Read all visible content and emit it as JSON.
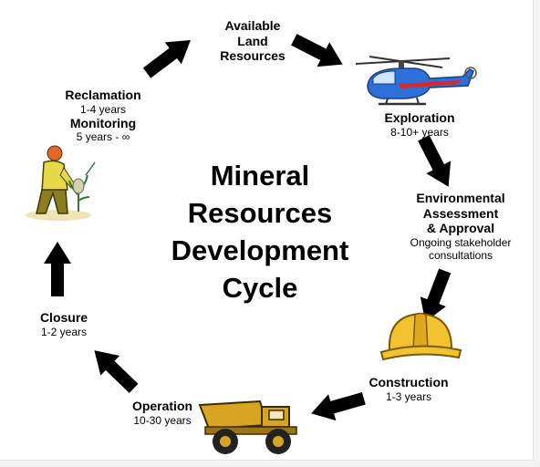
{
  "title": {
    "lines": [
      "Mineral",
      "Resources",
      "Development",
      "Cycle"
    ]
  },
  "stages": {
    "land": {
      "lines": [
        "Available",
        "Land",
        "Resources"
      ]
    },
    "exploration": {
      "title": "Exploration",
      "duration": "8-10+ years"
    },
    "environmental": {
      "title_lines": [
        "Environmental",
        "Assessment",
        "& Approval"
      ],
      "note_lines": [
        "Ongoing stakeholder",
        "consultations"
      ]
    },
    "construction": {
      "title": "Construction",
      "duration": "1-3 years"
    },
    "operation": {
      "title": "Operation",
      "duration": "10-30 years"
    },
    "closure": {
      "title": "Closure",
      "duration": "1-2 years"
    },
    "reclamation": {
      "title": "Reclamation",
      "duration": "1-4 years"
    },
    "monitoring": {
      "title": "Monitoring",
      "duration": "5 years - ∞"
    }
  },
  "icons": [
    "helicopter-icon",
    "hard-hat-icon",
    "mining-truck-icon",
    "farmer-planting-icon"
  ],
  "colors": {
    "arrow": "#000000",
    "helicopter_body": "#2f6fd9",
    "helicopter_stripe": "#d42a2a",
    "hard_hat": "#f2c230",
    "truck": "#d8a522",
    "farmer_shirt": "#e6d84a",
    "farmer_hat": "#e06a2c"
  }
}
